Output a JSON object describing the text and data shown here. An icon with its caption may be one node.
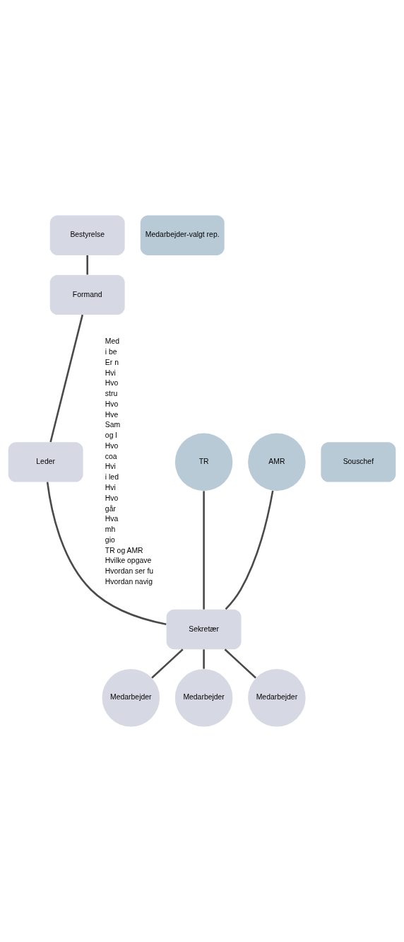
{
  "diagram": {
    "nodes": [
      {
        "text": [
          "Bestyrelse"
        ]
      },
      {
        "text": [
          "Medarbejder-valgt rep."
        ]
      },
      {
        "text": [
          "Formand"
        ]
      },
      {
        "text": [
          "Leder"
        ]
      },
      {
        "text": [
          "Souschef"
        ]
      },
      {
        "text": [
          "Sekretær"
        ]
      },
      {
        "text": [
          "TR"
        ]
      },
      {
        "text": [
          "AMR"
        ]
      },
      {
        "text": [
          "Medarbejder"
        ]
      },
      {
        "text": [
          "Medarbejder"
        ]
      },
      {
        "text": [
          "Medarbejder"
        ]
      }
    ],
    "edges": [
      {
        "from": 0,
        "to": 2,
        "arrow": "none"
      },
      {
        "from": 2,
        "to": 3,
        "arrow": "none"
      },
      {
        "from": 3,
        "to": 5,
        "arrow": "none"
      },
      {
        "from": 6,
        "to": 5,
        "arrow": "none"
      },
      {
        "from": 7,
        "to": 5,
        "arrow": "none"
      },
      {
        "from": 5,
        "to": 8,
        "arrow": "none"
      },
      {
        "from": 5,
        "to": 9,
        "arrow": "none"
      },
      {
        "from": 5,
        "to": 10,
        "arrow": "none"
      }
    ],
    "labels": [
      "Med",
      "i be",
      "Er n",
      "Hvi",
      "Hvo",
      "stru",
      "Hvo",
      "Hve",
      "Sam",
      "og l",
      "Hvo",
      "coa",
      "Hvi",
      "i led",
      "Hvi",
      "Hvo",
      "går",
      "Hva",
      "mh",
      "gio",
      "TR og AMR",
      "Hvilke opgave",
      "Hvordan ser fu",
      "Hvordan navig"
    ]
  }
}
